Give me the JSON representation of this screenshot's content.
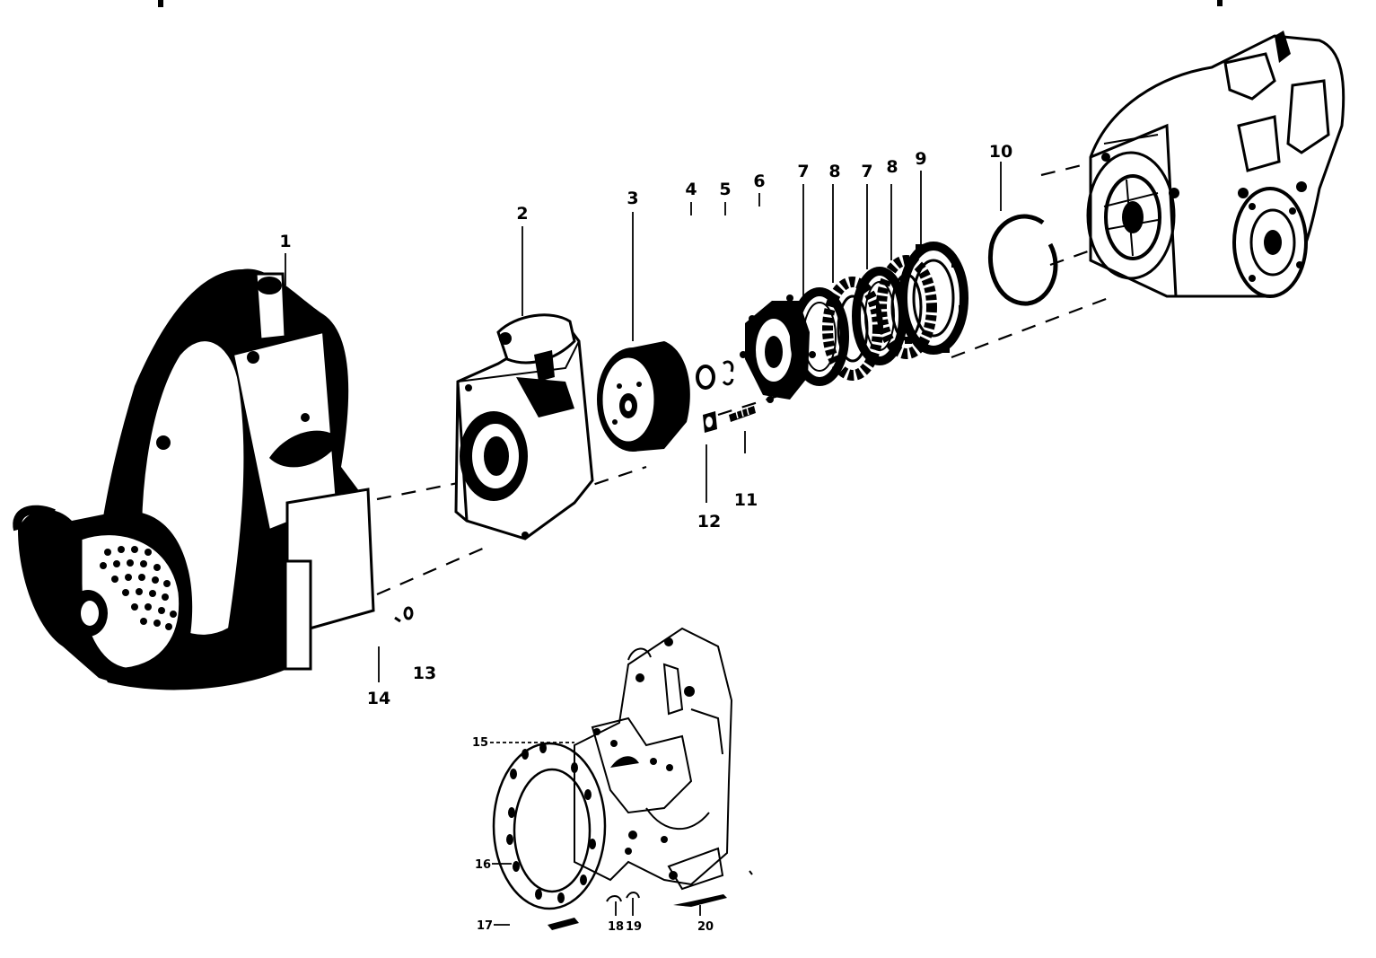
{
  "diagram": {
    "callouts": {
      "c1": "1",
      "c2": "2",
      "c3": "3",
      "c4": "4",
      "c5": "5",
      "c6": "6",
      "c7a": "7",
      "c8a": "8",
      "c7b": "7",
      "c8b": "8",
      "c9": "9",
      "c10": "10",
      "c11": "11",
      "c12": "12",
      "c13": "13",
      "c14": "14",
      "c15": "15",
      "c16": "16",
      "c17": "17",
      "c18": "18",
      "c19": "19",
      "c20": "20"
    },
    "colors": {
      "ink": "#000000",
      "paper": "#ffffff"
    }
  }
}
